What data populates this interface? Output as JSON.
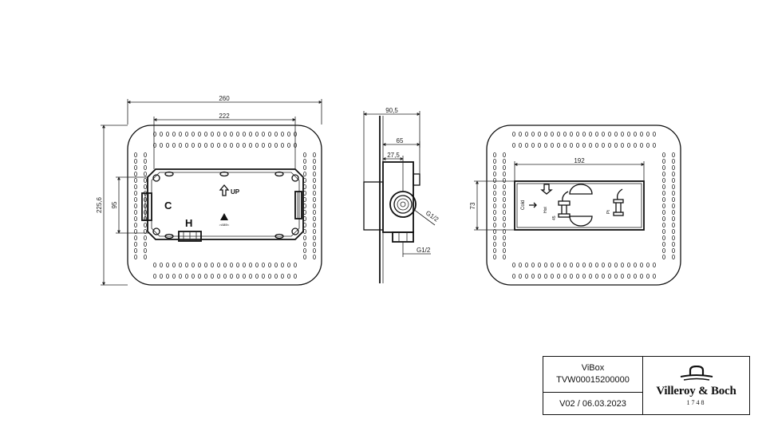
{
  "views": {
    "front": {
      "dim_width_overall": "260",
      "dim_width_inner": "222",
      "dim_height_overall": "225,6",
      "dim_height_inner": "95",
      "label_cold": "C",
      "label_hot": "H",
      "label_up": "UP"
    },
    "side": {
      "dim_depth_overall": "90,5",
      "dim_depth_body": "65",
      "dim_depth_offset": "27,5",
      "thread_side": "G1/2",
      "thread_bottom": "G1/2"
    },
    "rear": {
      "dim_width": "192",
      "dim_height": "73"
    }
  },
  "title_block": {
    "product_name": "ViBox",
    "product_code": "TVW00015200000",
    "version": "V02 / 06.03.2023",
    "brand_name": "Villeroy & Boch",
    "brand_year": "1748"
  }
}
